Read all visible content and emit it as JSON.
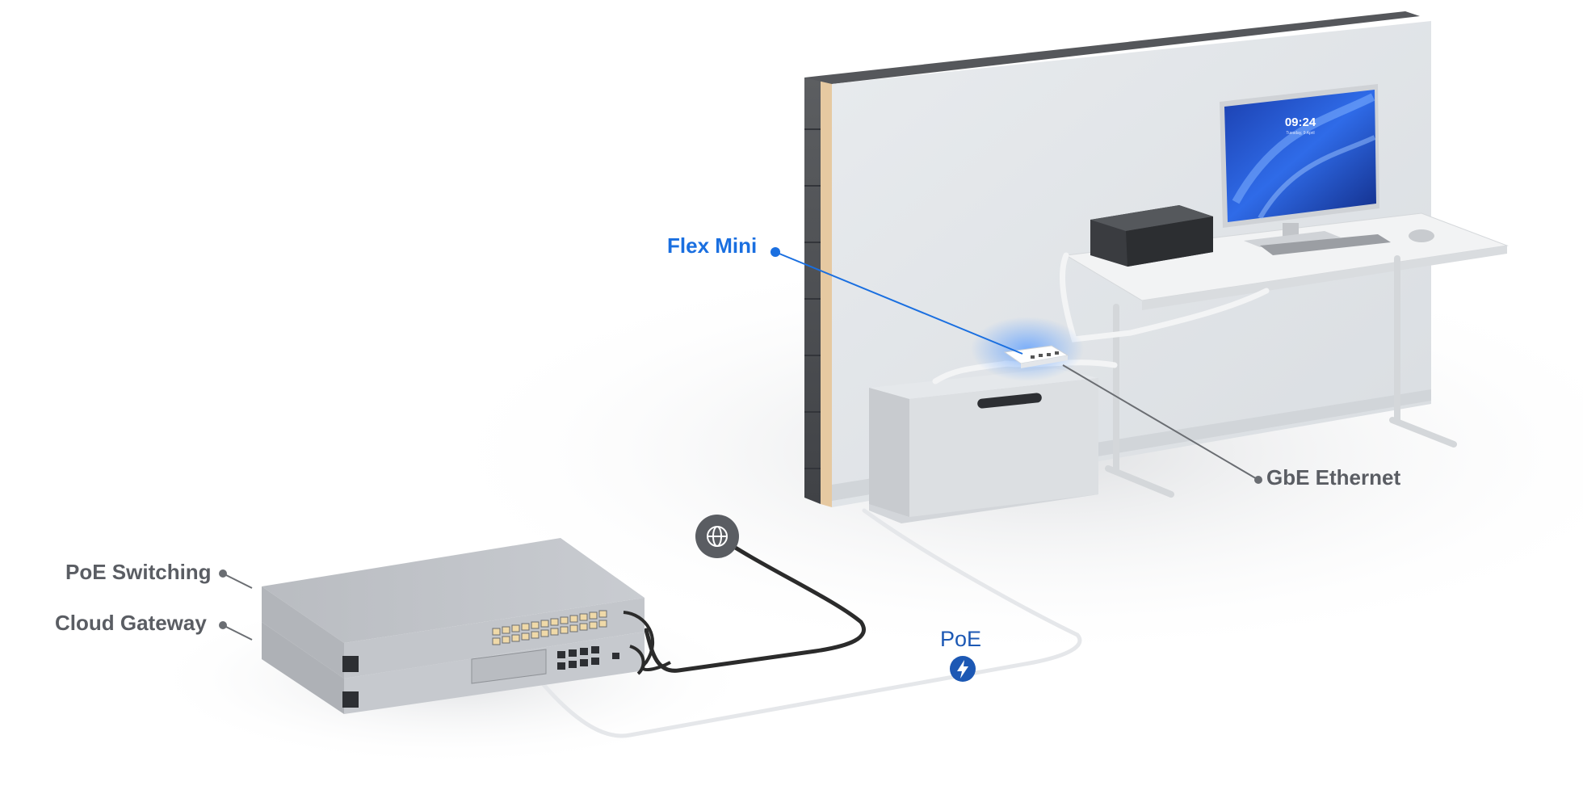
{
  "labels": {
    "flex_mini": "Flex Mini",
    "gbe_ethernet": "GbE Ethernet",
    "poe_switching": "PoE Switching",
    "cloud_gateway": "Cloud Gateway",
    "poe": "PoE"
  },
  "monitor": {
    "time": "09:24",
    "date": "Tuesday, 9 April"
  },
  "icons": {
    "internet": "globe-icon",
    "power": "lightning-bolt-icon"
  },
  "colors": {
    "accent_blue": "#1a6fe0",
    "label_gray": "#5a5d63",
    "poe_blue": "#1c58b4",
    "cable_dark": "#2b2b2b",
    "cable_light": "#e4e6e9"
  }
}
